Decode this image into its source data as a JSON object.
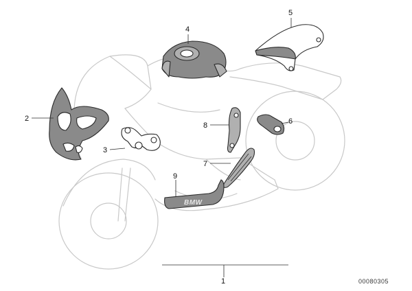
{
  "callouts": {
    "c1": "1",
    "c2": "2",
    "c3": "3",
    "c4": "4",
    "c5": "5",
    "c6": "6",
    "c7": "7",
    "c8": "8",
    "c9": "9"
  },
  "reference_number": "00080305",
  "colors": {
    "ghost_outline": "#c8c8c8",
    "part_fill": "#8a8a8a",
    "part_stroke": "#2a2a2a"
  }
}
